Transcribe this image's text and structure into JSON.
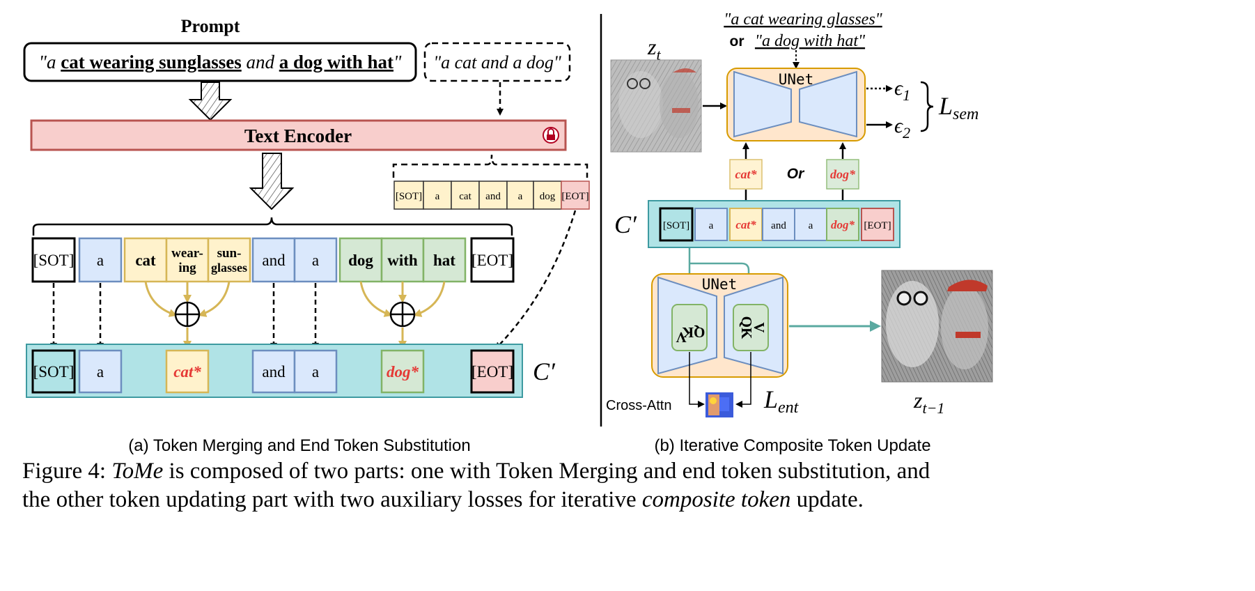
{
  "left": {
    "prompt_heading": "Prompt",
    "prompt_quote_open": "\"a ",
    "prompt_phrase1": "cat wearing sunglasses",
    "prompt_and": " and ",
    "prompt_phrase2": "a dog with hat",
    "prompt_quote_close": "\"",
    "alt_prompt": "\"a cat and a dog\"",
    "text_encoder": "Text Encoder",
    "alt_tokens": [
      "[SOT]",
      "a",
      "cat",
      "and",
      "a",
      "dog",
      "[EOT]"
    ],
    "tokens": {
      "sot": "[SOT]",
      "a1": "a",
      "cat": "cat",
      "wear1": "wear-",
      "wear2": "ing",
      "sun1": "sun-",
      "sun2": "glasses",
      "and": "and",
      "a2": "a",
      "dog": "dog",
      "with": "with",
      "hat": "hat",
      "eot": "[EOT]"
    },
    "merged_tokens": {
      "sot": "[SOT]",
      "a1": "a",
      "cat": "cat*",
      "and": "and",
      "a2": "a",
      "dog": "dog*",
      "eot": "[EOT]"
    },
    "c_prime": "C′",
    "caption": "(a) Token Merging and End Token Substitution"
  },
  "right": {
    "prompt_line1": "\"a cat wearing glasses\"",
    "or_word": "or",
    "prompt_line2": "\"a dog with hat\"",
    "zt": "z",
    "zt_sub": "t",
    "unet_top": "UNet",
    "eps1": "ϵ",
    "eps1_sub": "1",
    "eps2": "ϵ",
    "eps2_sub": "2",
    "l_sem": "L",
    "l_sem_sub": "sem",
    "cat_star": "cat*",
    "or_middle": "Or",
    "dog_star": "dog*",
    "c_prime": "C′",
    "tokens": [
      "[SOT]",
      "a",
      "cat*",
      "and",
      "a",
      "dog*",
      "[EOT]"
    ],
    "unet_bottom": "UNet",
    "qk": "QK",
    "v": "V",
    "cross_attn": "Cross-Attn",
    "l_ent": "L",
    "l_ent_sub": "ent",
    "zt1": "z",
    "zt1_sub": "t−1",
    "caption": "(b) Iterative Composite Token Update"
  },
  "figure_caption": {
    "label": "Figure 4: ",
    "name": "ToMe",
    "line1_rest": " is composed of two parts: one with Token Merging and end token substitution, and",
    "line2_start": "the other token updating part with two auxiliary losses for iterative ",
    "line2_em": "composite token",
    "line2_end": " update."
  },
  "colors": {
    "blue_fill": "#dae8fc",
    "blue_stroke": "#6c8ebf",
    "yellow_fill": "#fff2cc",
    "yellow_stroke": "#d6b656",
    "green_fill": "#d5e8d4",
    "green_stroke": "#82b366",
    "red_fill": "#f8cecc",
    "red_stroke": "#b85450",
    "teal": "#b0e3e6",
    "teal_stroke": "#3d9aa0",
    "orange_fill": "#ffe6cc",
    "orange_stroke": "#d79b00",
    "accent_red": "#e53935"
  }
}
